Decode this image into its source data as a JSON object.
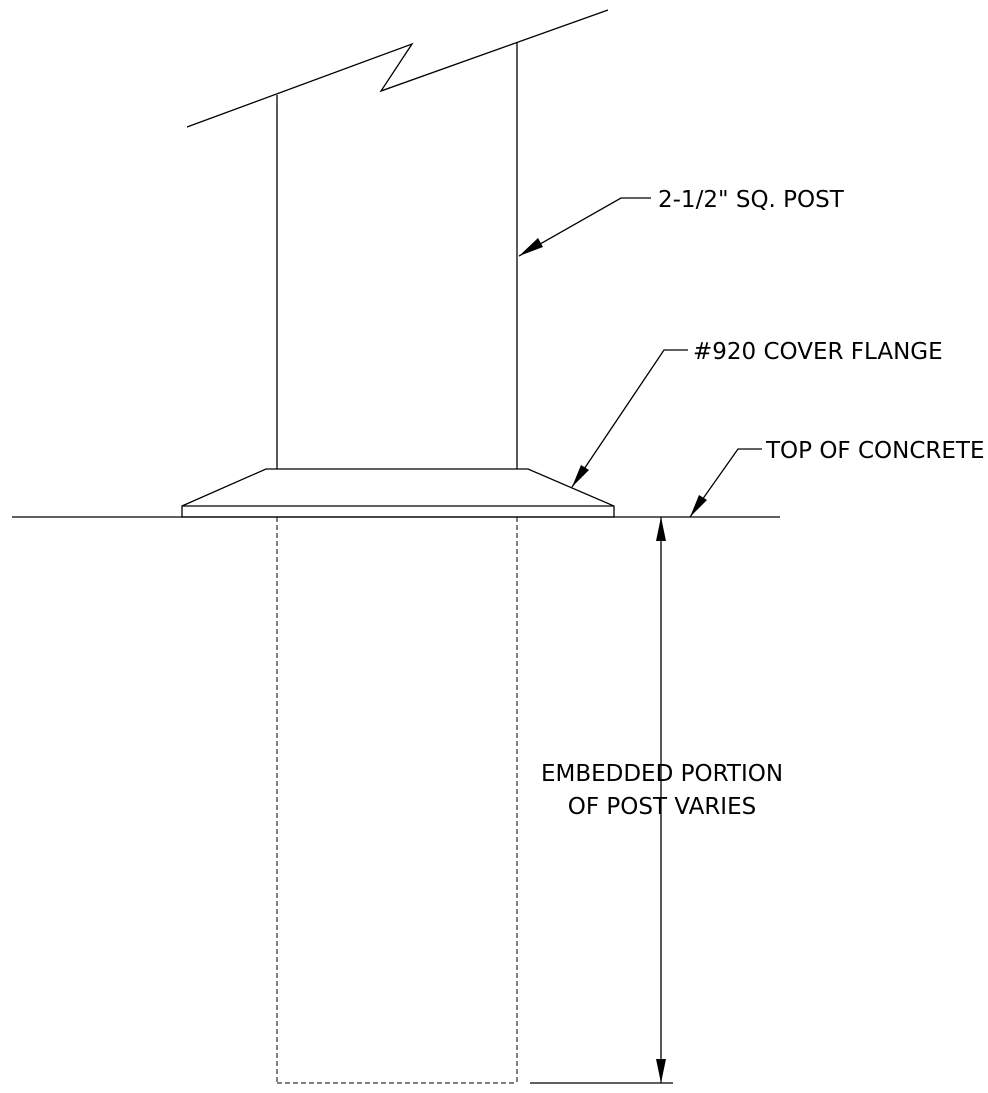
{
  "drawing": {
    "labels": {
      "post": "2-1/2\" SQ. POST",
      "flange": "#920 COVER FLANGE",
      "concrete": "TOP OF CONCRETE",
      "embedded_line1": "EMBEDDED PORTION",
      "embedded_line2": "OF POST VARIES"
    },
    "line_color": "#000000",
    "background": "#ffffff"
  }
}
